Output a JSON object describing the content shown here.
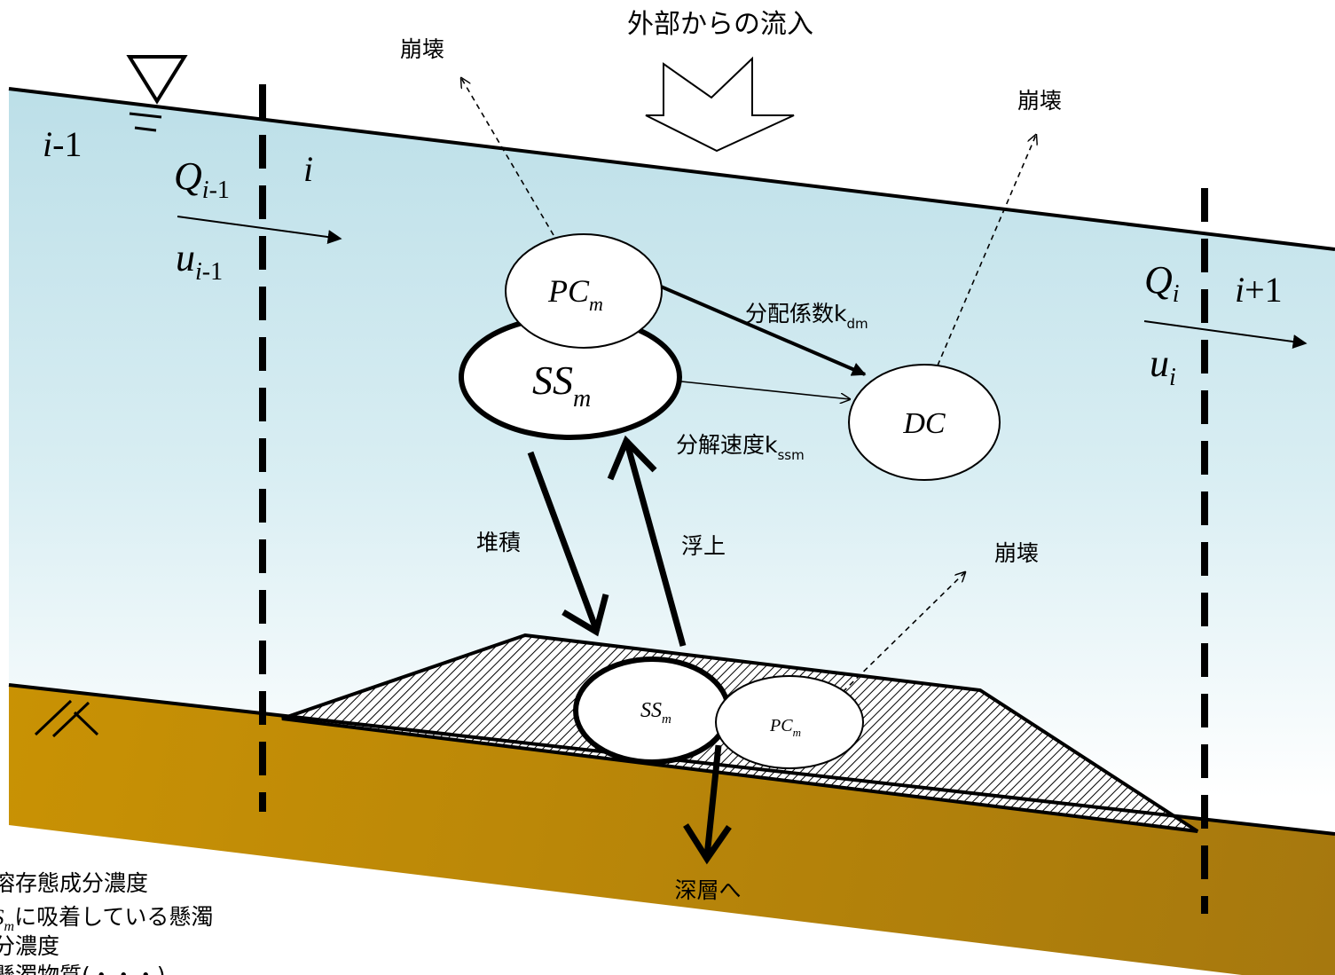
{
  "inflow_label": "外部からの流入",
  "collapse_label": "崩壊",
  "left_section": {
    "index_base": "i",
    "index_suffix": "-1",
    "flow_Q": "Q",
    "velocity_u": "u",
    "sub_base": "i",
    "sub_suffix": "-1"
  },
  "center_section": {
    "index": "i"
  },
  "right_section": {
    "index_base": "i",
    "index_suffix": "+1",
    "flow_Q": "Q",
    "velocity_u": "u",
    "sub": "i"
  },
  "water": {
    "pc": {
      "base": "PC",
      "sub": "m"
    },
    "ss": {
      "base": "SS",
      "sub": "m"
    },
    "dc": "DC"
  },
  "partition": {
    "label": "分配係数k",
    "sub": "dm"
  },
  "decomposition": {
    "label": "分解速度k",
    "sub": "ssm"
  },
  "deposition_label": "堆積",
  "resuspension_label": "浮上",
  "sediment": {
    "ss": {
      "base": "SS",
      "sub": "m"
    },
    "pc": {
      "base": "PC",
      "sub": "m"
    }
  },
  "deep_layer_label": "深層へ",
  "legend": {
    "line1": "溶存態成分濃度",
    "line2_var": "S",
    "line2_sub": "m",
    "line2_text": "に吸着している懸濁",
    "line3": "分濃度",
    "line4": "懸濁物質(・・・)"
  },
  "colors": {
    "water_top": "#bcdfe8",
    "water_bottom": "#ffffff",
    "soil_left": "#c99204",
    "soil_right": "#a87810",
    "sediment_hatch": "#000000"
  }
}
